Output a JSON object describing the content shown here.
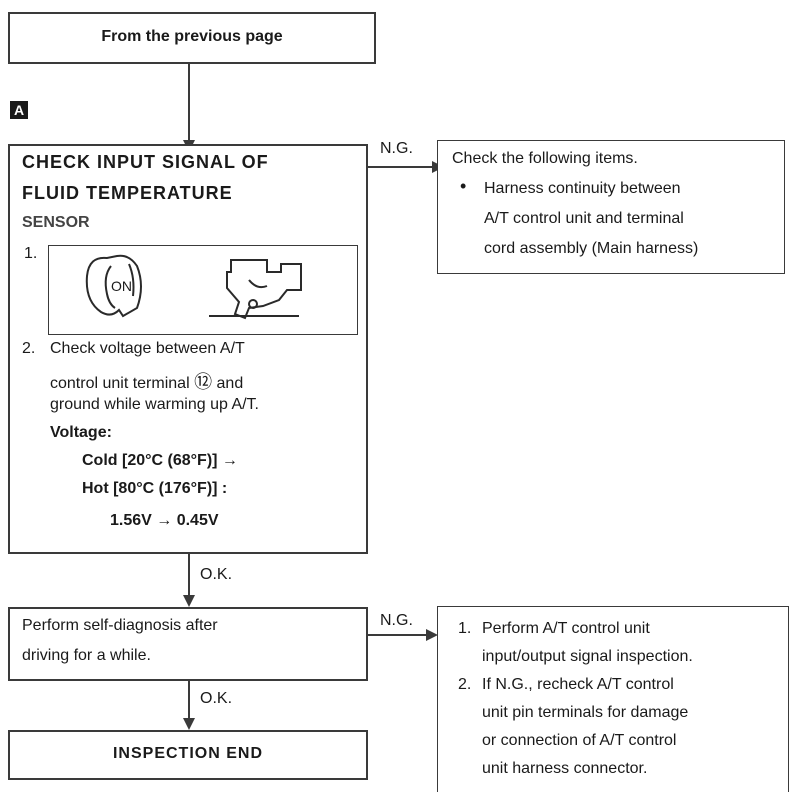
{
  "from_prev": "From the previous page",
  "marker": "A",
  "check": {
    "title1": "CHECK INPUT SIGNAL OF",
    "title2": "FLUID TEMPERATURE",
    "title3": "SENSOR",
    "step1": "1.",
    "on_label": "ON",
    "step2_num": "2.",
    "step2_l1": "Check voltage between A/T",
    "step2_l2a": "control unit terminal",
    "step2_terminal": "⑫",
    "step2_l2b": "and",
    "step2_l3": "ground while warming up A/T.",
    "voltage_label": "Voltage:",
    "cold": "Cold [20°C (68°F)] →",
    "hot": "Hot [80°C (176°F)] :",
    "range": "1.56V → 0.45V"
  },
  "ng1": "N.G.",
  "ng_box1": {
    "title": "Check the following items.",
    "bullet": "•",
    "l1": "Harness continuity between",
    "l2": "A/T control unit and terminal",
    "l3": "cord assembly (Main harness)"
  },
  "ok1": "O.K.",
  "selfdiag": {
    "l1": "Perform self-diagnosis after",
    "l2": "driving for a while."
  },
  "ng2": "N.G.",
  "ng_box2": {
    "n1": "1.",
    "i1_l1": "Perform A/T control unit",
    "i1_l2": "input/output signal inspection.",
    "n2": "2.",
    "i2_l1": "If N.G., recheck A/T control",
    "i2_l2": "unit pin terminals for damage",
    "i2_l3": "or connection of A/T control",
    "i2_l4": "unit harness connector."
  },
  "ok2": "O.K.",
  "end": "INSPECTION END"
}
